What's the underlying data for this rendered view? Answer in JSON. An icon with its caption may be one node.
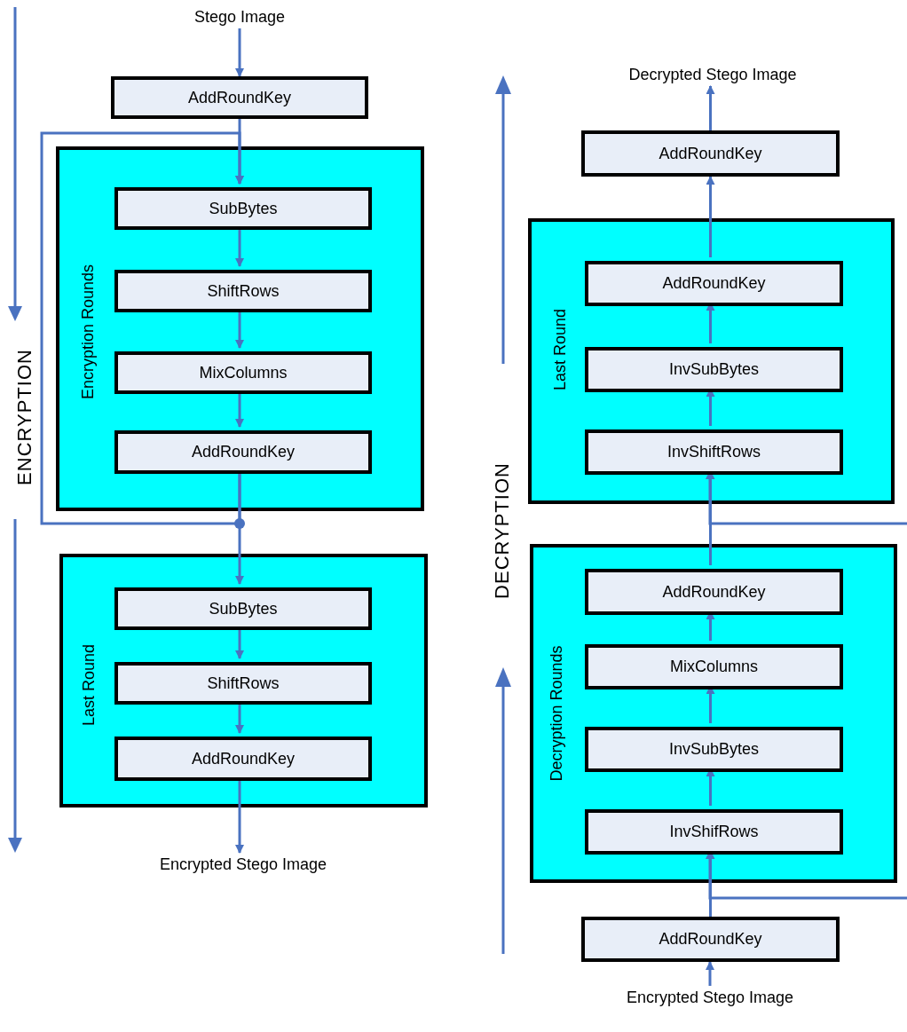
{
  "diagram": {
    "nodes": [
      {
        "text": [
          "Stego Image"
        ]
      },
      {
        "text": [
          "AddRoundKey"
        ]
      },
      {
        "text": [
          "Encryption Rounds"
        ]
      },
      {
        "text": [
          "SubBytes"
        ],
        "in": 2
      },
      {
        "text": [
          "ShiftRows"
        ],
        "in": 2
      },
      {
        "text": [
          "MixColumns"
        ],
        "in": 2
      },
      {
        "text": [
          "AddRoundKey"
        ],
        "in": 2
      },
      {
        "text": [
          "Last Round"
        ]
      },
      {
        "text": [
          "SubBytes"
        ],
        "in": 7
      },
      {
        "text": [
          "ShiftRows"
        ],
        "in": 7
      },
      {
        "text": [
          "AddRoundKey"
        ],
        "in": 7
      },
      {
        "text": [
          "Encrypted Stego Image"
        ]
      },
      {
        "text": [
          "Decrypted Stego Image"
        ]
      },
      {
        "text": [
          "AddRoundKey"
        ]
      },
      {
        "text": [
          "Last Round"
        ]
      },
      {
        "text": [
          "AddRoundKey"
        ],
        "in": 14
      },
      {
        "text": [
          "InvSubBytes"
        ],
        "in": 14
      },
      {
        "text": [
          "InvShiftRows"
        ],
        "in": 14
      },
      {
        "text": [
          "Decryption Rounds"
        ]
      },
      {
        "text": [
          "AddRoundKey"
        ],
        "in": 18
      },
      {
        "text": [
          "MixColumns"
        ],
        "in": 18
      },
      {
        "text": [
          "InvSubBytes"
        ],
        "in": 18
      },
      {
        "text": [
          "InvShifRows"
        ],
        "in": 18
      },
      {
        "text": [
          "AddRoundKey"
        ]
      },
      {
        "text": [
          "Encrypted Stego Image"
        ]
      }
    ],
    "edges": [
      {
        "from": 0,
        "to": 1,
        "arrow": "to"
      },
      {
        "from": 1,
        "to": 3,
        "arrow": "to"
      },
      {
        "from": 3,
        "to": 4,
        "arrow": "to"
      },
      {
        "from": 4,
        "to": 5,
        "arrow": "to"
      },
      {
        "from": 5,
        "to": 6,
        "arrow": "to"
      },
      {
        "from": 6,
        "to": 3,
        "arrow": "to"
      },
      {
        "from": 6,
        "to": 8,
        "arrow": "to"
      },
      {
        "from": 8,
        "to": 9,
        "arrow": "to"
      },
      {
        "from": 9,
        "to": 10,
        "arrow": "to"
      },
      {
        "from": 10,
        "to": 11,
        "arrow": "to"
      },
      {
        "from": 24,
        "to": 23,
        "arrow": "to"
      },
      {
        "from": 23,
        "to": 22,
        "arrow": "to"
      },
      {
        "from": null,
        "to": 22,
        "arrow": "to"
      },
      {
        "from": 22,
        "to": 21,
        "arrow": "to"
      },
      {
        "from": 21,
        "to": 20,
        "arrow": "to"
      },
      {
        "from": 20,
        "to": 19,
        "arrow": "to"
      },
      {
        "from": 19,
        "to": 17,
        "arrow": "to"
      },
      {
        "from": null,
        "to": 17,
        "arrow": "to"
      },
      {
        "from": 17,
        "to": 16,
        "arrow": "to"
      },
      {
        "from": 16,
        "to": 15,
        "arrow": "to"
      },
      {
        "from": 15,
        "to": 13,
        "arrow": "to"
      },
      {
        "from": 13,
        "to": 12,
        "arrow": "to"
      }
    ],
    "labels": [
      "ENCRYPTION",
      "DECRYPTION"
    ]
  }
}
